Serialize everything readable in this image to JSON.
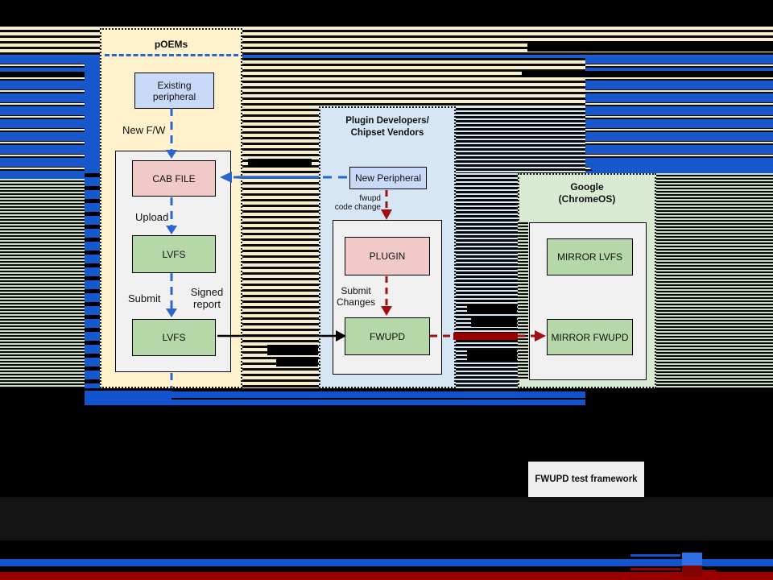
{
  "colors": {
    "background": "#000000",
    "poems_panel": "#fff2cc",
    "plugin_panel": "#d7e6f5",
    "google_panel": "#d9ead3",
    "node_blue": "#c9daf8",
    "node_pink": "#f2c9c9",
    "node_green": "#b6d7a8",
    "container_gray": "#f1f1f2",
    "arrow_blue": "#2a66cb",
    "arrow_red": "#a01010",
    "arrow_black": "#000000",
    "glitch_blue": "#1658cc",
    "glitch_dark_red": "#990000",
    "test_box_gray": "#efefef"
  },
  "diagram": {
    "poems": {
      "title": "pOEMs",
      "existing_peripheral": "Existing peripheral",
      "cab_file": "CAB FILE",
      "lvfs_upper": "LVFS",
      "lvfs_lower": "LVFS",
      "label_new_fw": "New F/W",
      "label_upload": "Upload",
      "label_submit": "Submit",
      "label_signed_report": "Signed report"
    },
    "plugin": {
      "title_line1": "Plugin Developers/",
      "title_line2": "Chipset Vendors",
      "new_peripheral": "New Peripheral",
      "label_fwupd_code_change_1": "fwupd",
      "label_fwupd_code_change_2": "code change",
      "plugin_box": "PLUGIN",
      "label_submit_changes_1": "Submit",
      "label_submit_changes_2": "Changes",
      "fwupd_box": "FWUPD"
    },
    "google": {
      "title_line1": "Google",
      "title_line2": "(ChromeOS)",
      "mirror_lvfs": "MIRROR LVFS",
      "mirror_fwupd": "MIRROR FWUPD"
    },
    "test_framework_label": "FWUPD test framework"
  }
}
